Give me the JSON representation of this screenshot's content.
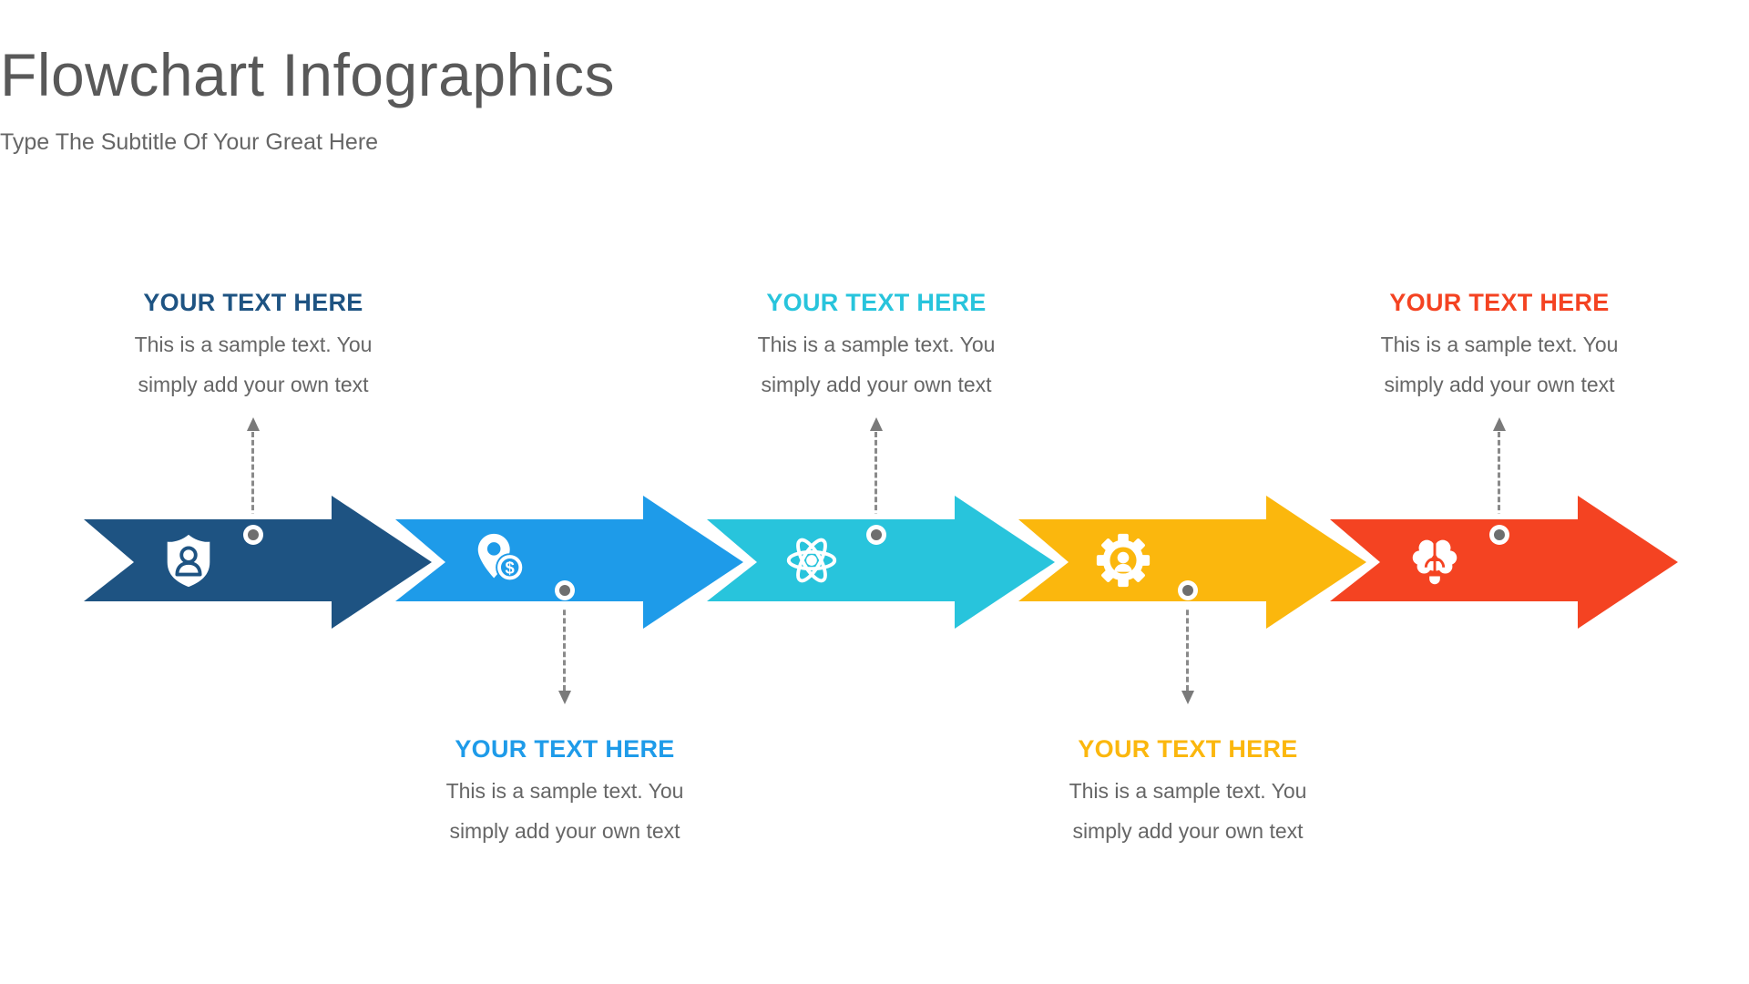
{
  "header": {
    "title": "Flowchart Infographics",
    "subtitle": "Type The Subtitle Of Your Great Here"
  },
  "steps": [
    {
      "heading": "YOUR TEXT HERE",
      "body": "This is a sample text. You simply add your own text",
      "color": "#1E5382",
      "icon": "shield-user-icon",
      "label_position": "top"
    },
    {
      "heading": "YOUR TEXT HERE",
      "body": "This is a sample text. You simply add your own text",
      "color": "#1E9BE9",
      "icon": "map-pin-dollar-icon",
      "coin_symbol": "$",
      "label_position": "bottom"
    },
    {
      "heading": "YOUR TEXT HERE",
      "body": "This is a sample text. You simply add your own text",
      "color": "#28C4DC",
      "icon": "atom-icon",
      "label_position": "top"
    },
    {
      "heading": "YOUR TEXT HERE",
      "body": "This is a sample text. You simply add your own text",
      "color": "#FBB70D",
      "icon": "gear-user-icon",
      "label_position": "bottom"
    },
    {
      "heading": "YOUR TEXT HERE",
      "body": "This is a sample text. You simply add your own text",
      "color": "#F44322",
      "icon": "brain-idea-icon",
      "label_position": "top"
    }
  ],
  "connector": {
    "line_color": "#8a8a8a",
    "dot_color": "#6e6e6e"
  }
}
